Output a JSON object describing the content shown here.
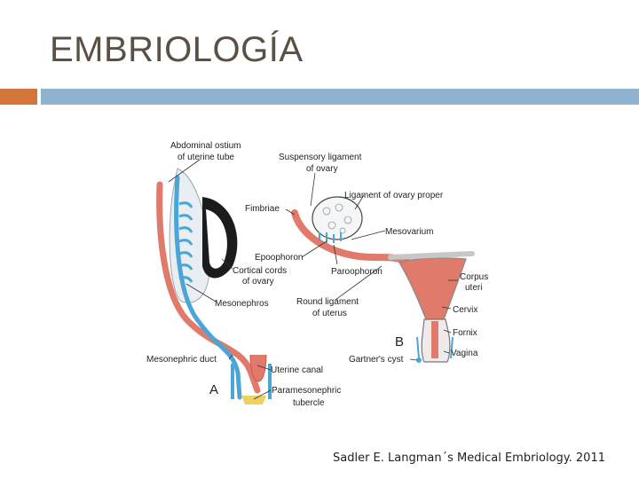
{
  "slide": {
    "title": "EMBRIOLOGÍA",
    "citation": "Sadler E. Langman´s  Medical Embriology. 2011"
  },
  "colors": {
    "accent_orange": "#d4763c",
    "accent_blue": "#8fb3cf",
    "duct_red": "#e07a6a",
    "duct_blue": "#4aa6d6",
    "title_gray": "#5a5046"
  },
  "diagram": {
    "panel_a": "A",
    "panel_b": "B",
    "labels": {
      "abdominal_ostium_1": "Abdominal ostium",
      "abdominal_ostium_2": "of uterine tube",
      "mesonephros": "Mesonephros",
      "cortical_cords_1": "Cortical cords",
      "cortical_cords_2": "of ovary",
      "mesonephric_duct": "Mesonephric duct",
      "uterine_canal": "Uterine canal",
      "paramesonephric_1": "Paramesonephric",
      "paramesonephric_2": "tubercle",
      "suspensory_1": "Suspensory ligament",
      "suspensory_2": "of ovary",
      "ligament_ovary": "Ligament of ovary proper",
      "fimbriae": "Fimbriae",
      "mesovarium": "Mesovarium",
      "epoophoron": "Epoophoron",
      "paroophoron": "Paroophoron",
      "round_ligament_1": "Round ligament",
      "round_ligament_2": "of uterus",
      "corpus_1": "Corpus",
      "corpus_2": "uteri",
      "cervix": "Cervix",
      "fornix": "Fornix",
      "gartners_cyst": "Gartner's cyst",
      "vagina": "Vagina"
    }
  }
}
